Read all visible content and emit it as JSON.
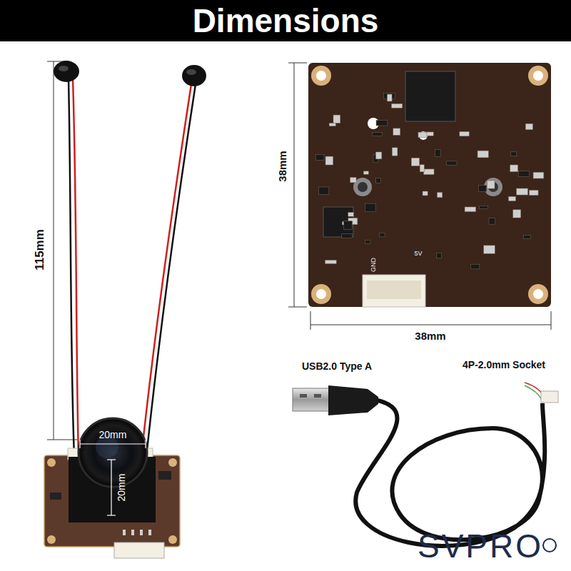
{
  "diagram": {
    "title": "Dimensions",
    "labels": [
      "115mm",
      "38mm",
      "38mm",
      "20mm",
      "20mm",
      "GND",
      "5V",
      "USB2.0 Type A",
      "4P-2.0mm Socket",
      "SVPRO"
    ]
  }
}
